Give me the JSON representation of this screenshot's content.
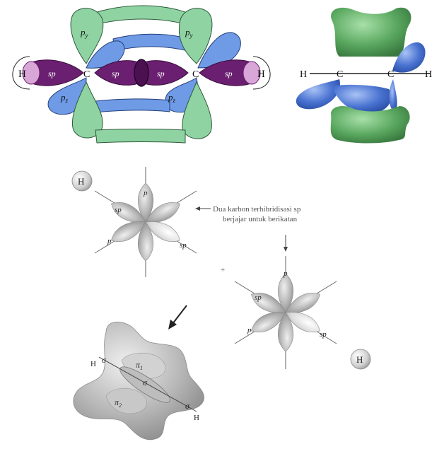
{
  "top_left": {
    "labels": {
      "h_left": "H",
      "h_right": "H",
      "c_left": "C",
      "c_right": "C",
      "sp_outer_left": "sp",
      "sp_inner_left": "sp",
      "sp_inner_right": "sp",
      "sp_outer_right": "sp",
      "py_left": "p",
      "py_left_sub": "y",
      "py_right": "p",
      "py_right_sub": "y",
      "pz_left": "p",
      "pz_left_sub": "z",
      "pz_right": "p",
      "pz_right_sub": "z"
    },
    "colors": {
      "py_green": "#8fd3a3",
      "pz_blue": "#6f9ae6",
      "sp_purple": "#6b1f70",
      "h_pink": "#d9a6d8"
    }
  },
  "top_right": {
    "labels": {
      "h_left": "H",
      "c_left": "C",
      "c_right": "C",
      "h_right": "H"
    },
    "colors": {
      "green": "#4c9a55",
      "blue": "#3f67c9"
    }
  },
  "middle": {
    "h_atom_top": "H",
    "h_atom_bottom": "H",
    "atom1": {
      "top": "p",
      "upper_left": "sp",
      "lower_left": "p",
      "lower_right": "sp"
    },
    "atom2": {
      "top": "p",
      "upper_left": "sp",
      "lower_left": "p",
      "lower_right": "sp"
    },
    "annotation_line1": "Dua karbon terhibridisasi sp",
    "annotation_line2": "berjajar untuk berikatan",
    "plus": "+"
  },
  "bottom": {
    "sigma_upper": "σ",
    "h_upper": "H",
    "pi1": "π",
    "pi1_sub": "1",
    "sigma_center": "σ",
    "pi2": "π",
    "pi2_sub": "2",
    "sigma_lower": "σ",
    "h_lower": "H"
  }
}
